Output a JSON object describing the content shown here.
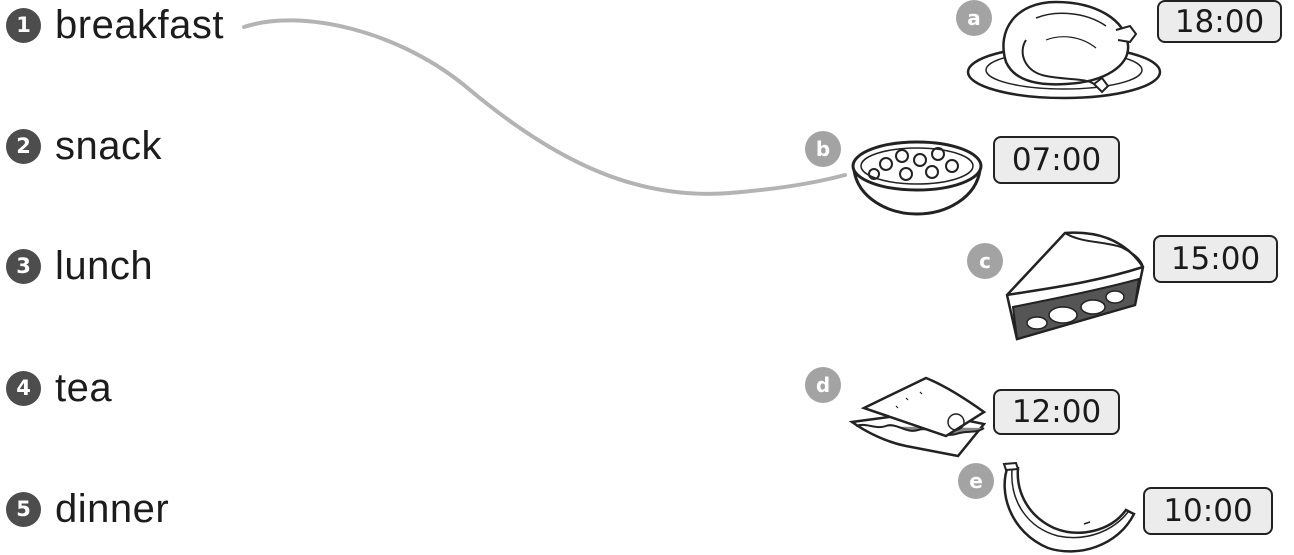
{
  "meals": [
    {
      "number": "1",
      "label": "breakfast"
    },
    {
      "number": "2",
      "label": "snack"
    },
    {
      "number": "3",
      "label": "lunch"
    },
    {
      "number": "4",
      "label": "tea"
    },
    {
      "number": "5",
      "label": "dinner"
    }
  ],
  "options": [
    {
      "letter": "a",
      "food_icon": "roast-chicken-icon",
      "time": "18:00"
    },
    {
      "letter": "b",
      "food_icon": "cereal-bowl-icon",
      "time": "07:00"
    },
    {
      "letter": "c",
      "food_icon": "pie-slice-icon",
      "time": "15:00"
    },
    {
      "letter": "d",
      "food_icon": "sandwich-icon",
      "time": "12:00"
    },
    {
      "letter": "e",
      "food_icon": "banana-icon",
      "time": "10:00"
    }
  ],
  "colors": {
    "number_badge": "#4d4d4d",
    "letter_badge": "#a3a3a3",
    "connector_line": "#b3b3b3",
    "time_box": "#ececec"
  },
  "example_match": {
    "meal": "1",
    "option": "b"
  }
}
